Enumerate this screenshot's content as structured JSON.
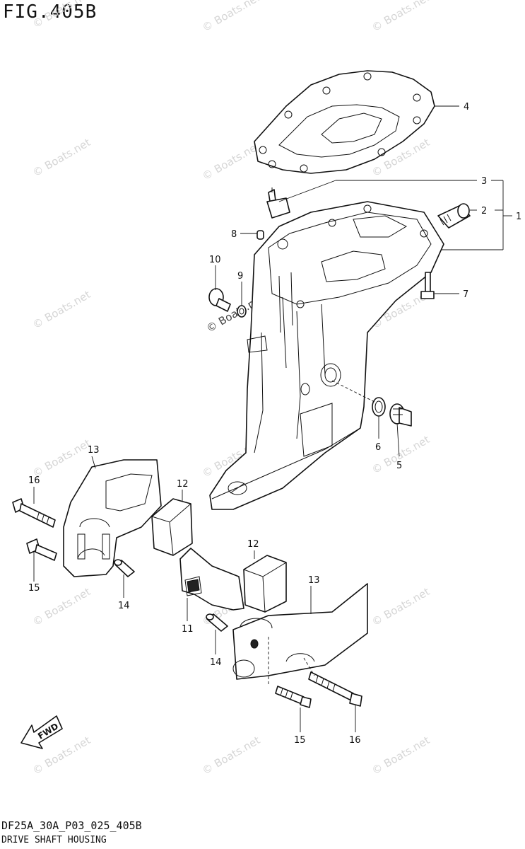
{
  "figure": {
    "title": "FIG.405B",
    "code": "DF25A_30A_P03_025_405B",
    "name": "DRIVE SHAFT HOUSING"
  },
  "watermark": "© Boats.net",
  "fwd_label": "FWD",
  "callouts": [
    "1",
    "2",
    "3",
    "4",
    "5",
    "6",
    "7",
    "8",
    "9",
    "10",
    "11",
    "12",
    "12",
    "13",
    "13",
    "14",
    "14",
    "15",
    "15",
    "16",
    "16"
  ]
}
